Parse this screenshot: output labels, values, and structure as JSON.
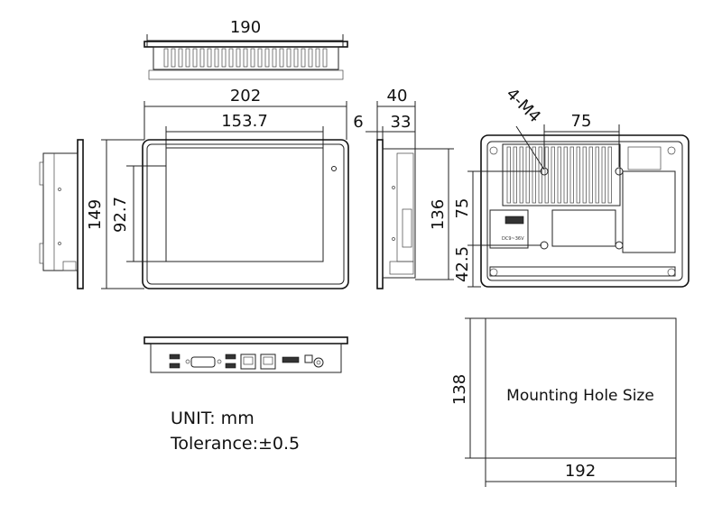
{
  "dimensions": {
    "top_width": "190",
    "front_outer_width": "202",
    "front_inner_width": "153.7",
    "front_outer_height": "149",
    "front_inner_height": "92.7",
    "side_gap": "6",
    "side_depth_total": "40",
    "side_depth_body": "33",
    "side_height": "136",
    "screw_label": "4-M4",
    "rear_hole_spacing_h": "75",
    "rear_hole_spacing_v": "75",
    "rear_hole_offset": "42.5",
    "cutout_height": "138",
    "cutout_width": "192"
  },
  "cutout_label": "Mounting Hole Size",
  "notes": {
    "unit": "UNIT: mm",
    "tolerance": "Tolerance:±0.5"
  },
  "connector_label": "DC9~36V"
}
